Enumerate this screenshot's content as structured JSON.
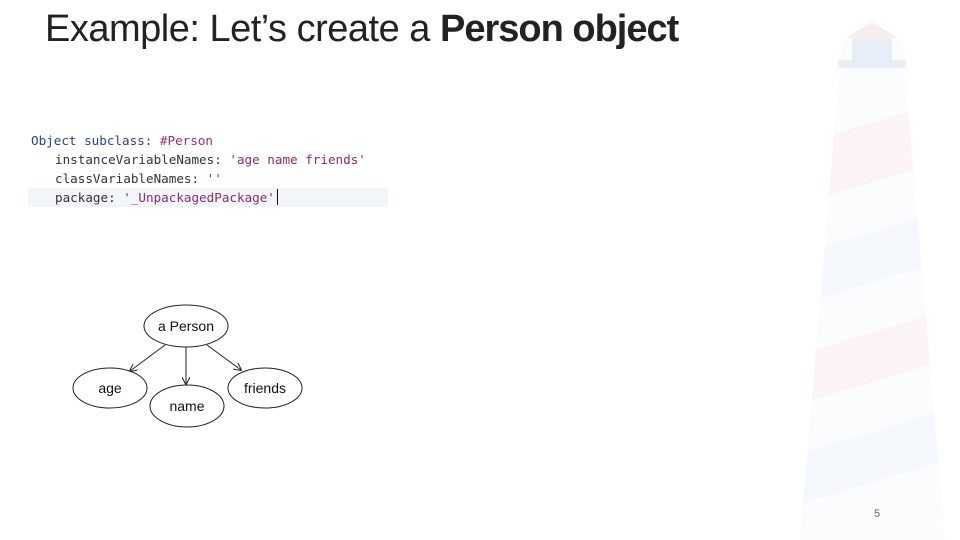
{
  "slide": {
    "title_prefix": "Example: Let’s create a ",
    "title_emphasis": "Person object",
    "page_number": "5"
  },
  "code": {
    "line1": {
      "receiver": "Object subclass: ",
      "symbol": "#Person"
    },
    "line2": {
      "keyword": "instanceVariableNames: ",
      "value": "'age name friends'"
    },
    "line3": {
      "keyword": "classVariableNames: ",
      "value": "''"
    },
    "line4": {
      "keyword": "package: ",
      "value": "'_UnpackagedPackage'"
    }
  },
  "diagram": {
    "root": "a Person",
    "children": [
      "age",
      "name",
      "friends"
    ]
  }
}
